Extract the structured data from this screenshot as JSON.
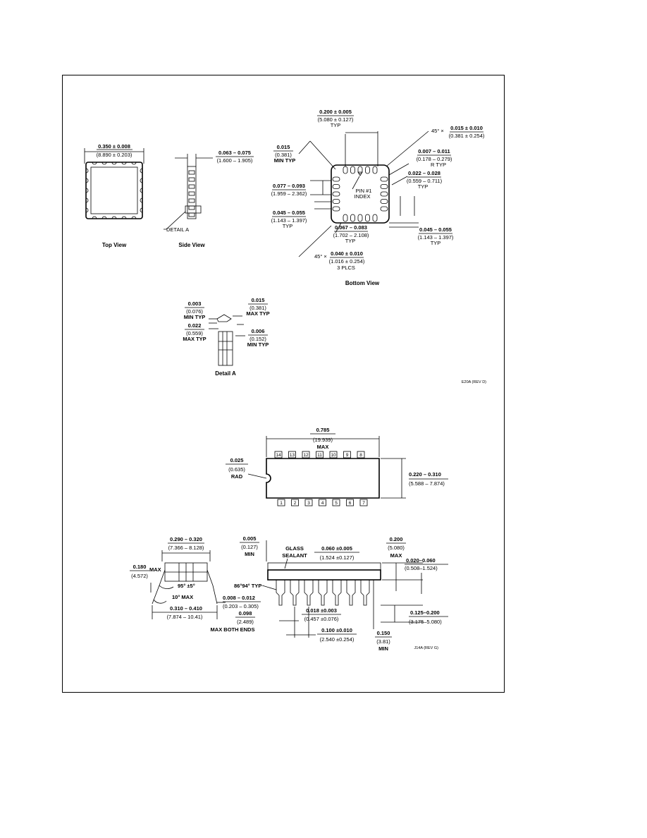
{
  "plcc": {
    "top_view": {
      "caption": "Top View",
      "width_in": "0.350 ± 0.008",
      "width_mm": "(8.890 ± 0.203)"
    },
    "side_view": {
      "caption": "Side View",
      "height_in": "0.063 – 0.075",
      "height_mm": "(1.600 – 1.905)",
      "detail_ref": "DETAIL A"
    },
    "bottom_view": {
      "caption": "Bottom View",
      "pin_pitch_in": "0.200 ± 0.005",
      "pin_pitch_mm": "(5.080 ± 0.127)",
      "pin_pitch_typ": "TYP",
      "chamfer_prefix": "45° ×",
      "chamfer_in": "0.015 ± 0.010",
      "chamfer_mm": "(0.381 ± 0.254)",
      "min_in": "0.015",
      "min_mm": "(0.381)",
      "min_typ": "MIN TYP",
      "radius_in": "0.007 – 0.011",
      "radius_mm": "(0.178 – 0.279)",
      "radius_typ": "R TYP",
      "pad_w_in": "0.022 – 0.028",
      "pad_w_mm": "(0.559 – 0.711)",
      "pad_w_typ": "TYP",
      "pad_off_in": "0.077 – 0.093",
      "pad_off_mm": "(1.959 – 2.362)",
      "pin1_line1": "PIN #1",
      "pin1_line2": "INDEX",
      "pad_len_in": "0.045 – 0.055",
      "pad_len_mm": "(1.143 – 1.397)",
      "pad_len_typ": "TYP",
      "pad_len2_in": "0.045 – 0.055",
      "pad_len2_mm": "(1.143 – 1.397)",
      "pad_len2_typ": "TYP",
      "pad_sp_in": "0.067 – 0.083",
      "pad_sp_mm": "(1.702 – 2.108)",
      "pad_sp_typ": "TYP",
      "corner_prefix": "45° ×",
      "corner_in": "0.040 ± 0.010",
      "corner_mm": "(1.016 ± 0.254)",
      "corner_note": "3 PLCS"
    },
    "detail_a": {
      "caption": "Detail A",
      "d1_in": "0.003",
      "d1_mm": "(0.076)",
      "d1_note": "MIN TYP",
      "d2_in": "0.015",
      "d2_mm": "(0.381)",
      "d2_note": "MAX TYP",
      "d3_in": "0.022",
      "d3_mm": "(0.559)",
      "d3_note": "MAX TYP",
      "d4_in": "0.006",
      "d4_mm": "(0.152)",
      "d4_note": "MIN TYP"
    },
    "drawing_id": "E20A (REV D)"
  },
  "dip": {
    "top": {
      "length_in": "0.785",
      "length_mm": "(19.939)",
      "length_note": "MAX",
      "notch_in": "0.025",
      "notch_mm": "(0.635)",
      "notch_note": "RAD",
      "width_in": "0.220 – 0.310",
      "width_mm": "(5.588 – 7.874)",
      "top_pins": [
        "14",
        "13",
        "12",
        "11",
        "10",
        "9",
        "8"
      ],
      "bottom_pins": [
        "1",
        "2",
        "3",
        "4",
        "5",
        "6",
        "7"
      ]
    },
    "end_view": {
      "row_in": "0.290 – 0.320",
      "row_mm": "(7.366 – 8.128)",
      "h_in": "0.180",
      "h_mm": "(4.572)",
      "h_note": "MAX",
      "angle1": "95° ±5°",
      "angle2": "10° MAX",
      "lead_t_in": "0.008 – 0.012",
      "lead_t_mm": "(0.203 – 0.305)",
      "spread_in": "0.310 – 0.410",
      "spread_mm": "(7.874 – 10.41)"
    },
    "side_view": {
      "min_in": "0.005",
      "min_mm": "(0.127)",
      "min_note": "MIN",
      "glass_1": "GLASS",
      "glass_2": "SEALANT",
      "pitch2_in": "0.060 ±0.005",
      "pitch2_mm": "(1.524 ±0.127)",
      "max_in": "0.200",
      "max_mm": "(5.080)",
      "max_note": "MAX",
      "standoff_in": "0.020–0.060",
      "standoff_mm": "(0.508–1.524)",
      "angle": "86°94° TYP",
      "lead_w_in": "0.018 ±0.003",
      "lead_w_mm": "(0.457 ±0.076)",
      "lead_len_in": "0.125–0.200",
      "lead_len_mm": "(3.175–5.080)",
      "end_in": "0.098",
      "end_mm": "(2.489)",
      "end_note": "MAX BOTH ENDS",
      "pitch_in": "0.100 ±0.010",
      "pitch_mm": "(2.540 ±0.254)",
      "seat_in": "0.150",
      "seat_mm": "(3.81)",
      "seat_note": "MIN"
    },
    "drawing_id": "J14A (REV G)"
  }
}
